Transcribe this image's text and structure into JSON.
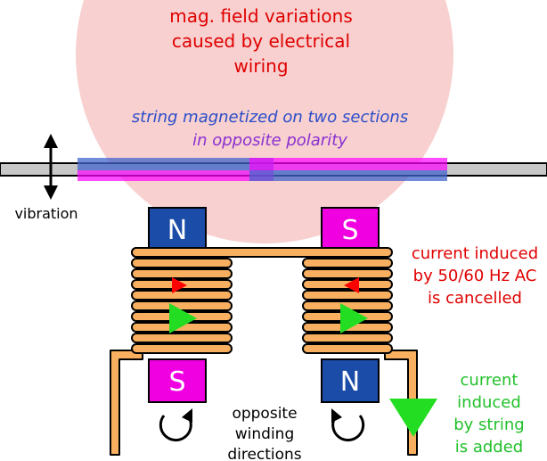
{
  "labels": {
    "field_line1": "mag. field variations",
    "field_line2": "caused by electrical",
    "field_line3": "wiring",
    "string_line1": "string magnetized on two sections",
    "string_line2": "in opposite polarity",
    "vibration": "vibration",
    "magnet_top_left": "N",
    "magnet_top_right": "S",
    "magnet_bottom_left": "S",
    "magnet_bottom_right": "N",
    "ac_line1": "current induced",
    "ac_line2": "by 50/60 Hz AC",
    "ac_line3": "is cancelled",
    "string_cur_line1": "current",
    "string_cur_line2": "induced",
    "string_cur_line3": "by string",
    "string_cur_line4": "is added",
    "winding_line1": "opposite",
    "winding_line2": "winding",
    "winding_line3": "directions"
  },
  "colors": {
    "field_zone": "#f8d0d0",
    "red_text": "#e00000",
    "blue_text": "#2a4ec8",
    "magenta_text": "#c020c8",
    "green_text": "#22c02a",
    "string_fill": "#c8c8c8",
    "north": "#1a4ca8",
    "south": "#f000e0",
    "coil": "#f8b060",
    "ac_arrow": "#ff0000",
    "string_arrow": "#22dd22"
  }
}
